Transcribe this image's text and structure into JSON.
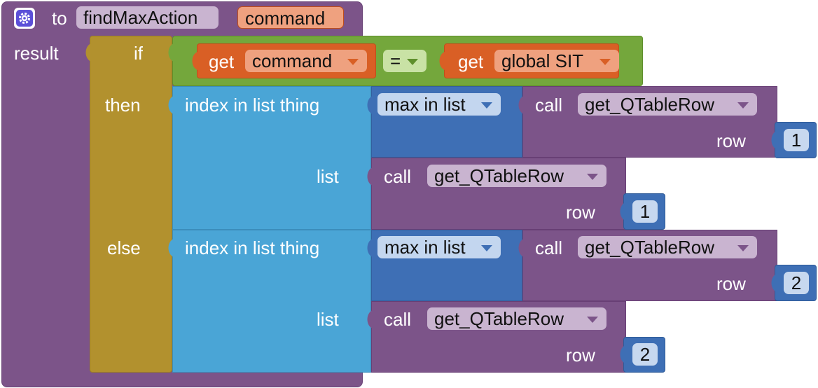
{
  "procedure": {
    "gear_icon": "gear-icon",
    "to_label": "to",
    "name": "findMaxAction",
    "param": "command",
    "result_label": "result"
  },
  "if_block": {
    "if_label": "if",
    "then_label": "then",
    "else_label": "else"
  },
  "condition": {
    "left_get": "get",
    "left_var": "command",
    "operator": "=",
    "right_get": "get",
    "right_var": "global SIT"
  },
  "branches": [
    {
      "index_label": "index in list  thing",
      "max_label": "max in list",
      "call_label": "call",
      "call_proc": "get_QTableRow",
      "row_label": "row",
      "row_value": "1",
      "list_label": "list",
      "list_call_label": "call",
      "list_call_proc": "get_QTableRow",
      "list_row_label": "row",
      "list_row_value": "1"
    },
    {
      "index_label": "index in list  thing",
      "max_label": "max in list",
      "call_label": "call",
      "call_proc": "get_QTableRow",
      "row_label": "row",
      "row_value": "2",
      "list_label": "list",
      "list_call_label": "call",
      "list_call_proc": "get_QTableRow",
      "list_row_label": "row",
      "list_row_value": "2"
    }
  ],
  "colors": {
    "procedure": "#7c5489",
    "control": "#b2912e",
    "logic": "#74a73c",
    "variable": "#d95f25",
    "list": "#4aa5d6",
    "math": "#3e6fb5"
  }
}
